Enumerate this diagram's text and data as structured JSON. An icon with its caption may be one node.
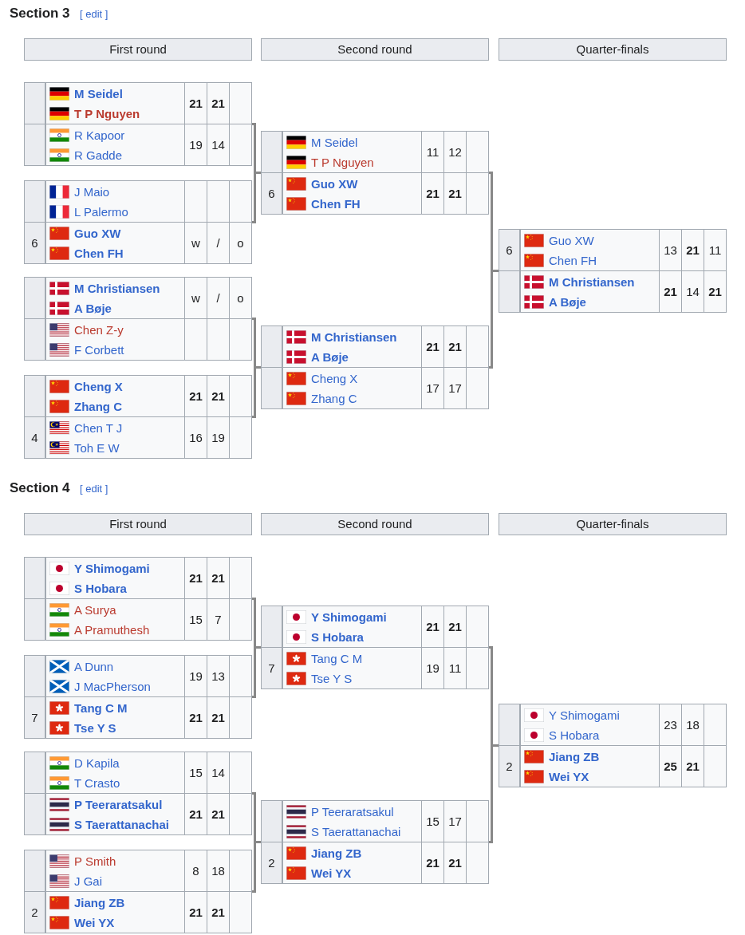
{
  "diagram": {
    "nodes": [
      {
        "text": [
          "First round"
        ]
      },
      {
        "text": [
          "Second round"
        ]
      },
      {
        "text": [
          "Quarter-finals"
        ]
      },
      {
        "text": [],
        "shape": "box"
      },
      {
        "text": [
          "M Seidel",
          "T P Nguyen",
          "21",
          "21"
        ],
        "in": 3
      },
      {
        "text": [
          "R Kapoor",
          "R Gadde",
          "19",
          "14"
        ],
        "in": 3
      },
      {
        "text": [],
        "shape": "box"
      },
      {
        "text": [
          "J Maio",
          "L Palermo"
        ],
        "in": 6
      },
      {
        "text": [
          "6",
          "Guo XW",
          "Chen FH",
          "w",
          "/",
          "o"
        ],
        "in": 6
      },
      {
        "text": [],
        "shape": "box"
      },
      {
        "text": [
          "M Christiansen",
          "A Bøje",
          "w",
          "/",
          "o"
        ],
        "in": 9
      },
      {
        "text": [
          "Chen Z-y",
          "F Corbett"
        ],
        "in": 9
      },
      {
        "text": [],
        "shape": "box"
      },
      {
        "text": [
          "Cheng X",
          "Zhang C",
          "21",
          "21"
        ],
        "in": 12
      },
      {
        "text": [
          "4",
          "Chen T J",
          "Toh E W",
          "16",
          "19"
        ],
        "in": 12
      },
      {
        "text": [],
        "shape": "box"
      },
      {
        "text": [
          "M Seidel",
          "T P Nguyen",
          "11",
          "12"
        ],
        "in": 15
      },
      {
        "text": [
          "6",
          "Guo XW",
          "Chen FH",
          "21",
          "21"
        ],
        "in": 15
      },
      {
        "text": [],
        "shape": "box"
      },
      {
        "text": [
          "M Christiansen",
          "A Bøje",
          "21",
          "21"
        ],
        "in": 18
      },
      {
        "text": [
          "Cheng X",
          "Zhang C",
          "17",
          "17"
        ],
        "in": 18
      },
      {
        "text": [],
        "shape": "box"
      },
      {
        "text": [
          "6",
          "Guo XW",
          "Chen FH",
          "13",
          "21",
          "11"
        ],
        "in": 21
      },
      {
        "text": [
          "M Christiansen",
          "A Bøje",
          "21",
          "14",
          "21"
        ],
        "in": 21
      },
      {
        "text": [
          "First round"
        ]
      },
      {
        "text": [
          "Second round"
        ]
      },
      {
        "text": [
          "Quarter-finals"
        ]
      },
      {
        "text": [],
        "shape": "box"
      },
      {
        "text": [
          "Y Shimogami",
          "S Hobara",
          "21",
          "21"
        ],
        "in": 27
      },
      {
        "text": [
          "A Surya",
          "A Pramuthesh",
          "15",
          "7"
        ],
        "in": 27
      },
      {
        "text": [],
        "shape": "box"
      },
      {
        "text": [
          "A Dunn",
          "J MacPherson",
          "19",
          "13"
        ],
        "in": 30
      },
      {
        "text": [
          "7",
          "Tang C M",
          "Tse Y S",
          "21",
          "21"
        ],
        "in": 30
      },
      {
        "text": [],
        "shape": "box"
      },
      {
        "text": [
          "D Kapila",
          "T Crasto",
          "15",
          "14"
        ],
        "in": 33
      },
      {
        "text": [
          "P Teeraratsakul",
          "S Taerattanachai",
          "21",
          "21"
        ],
        "in": 33
      },
      {
        "text": [],
        "shape": "box"
      },
      {
        "text": [
          "P Smith",
          "J Gai",
          "8",
          "18"
        ],
        "in": 36
      },
      {
        "text": [
          "2",
          "Jiang ZB",
          "Wei YX",
          "21",
          "21"
        ],
        "in": 36
      },
      {
        "text": [],
        "shape": "box"
      },
      {
        "text": [
          "Y Shimogami",
          "S Hobara",
          "21",
          "21"
        ],
        "in": 39
      },
      {
        "text": [
          "7",
          "Tang C M",
          "Tse Y S",
          "19",
          "11"
        ],
        "in": 39
      },
      {
        "text": [],
        "shape": "box"
      },
      {
        "text": [
          "P Teeraratsakul",
          "S Taerattanachai",
          "15",
          "17"
        ],
        "in": 42
      },
      {
        "text": [
          "2",
          "Jiang ZB",
          "Wei YX",
          "21",
          "21"
        ],
        "in": 42
      },
      {
        "text": [],
        "shape": "box"
      },
      {
        "text": [
          "Y Shimogami",
          "S Hobara",
          "23",
          "18"
        ],
        "in": 45
      },
      {
        "text": [
          "2",
          "Jiang ZB",
          "Wei YX",
          "25",
          "21"
        ],
        "in": 45
      }
    ],
    "edges": [
      {
        "from": 3,
        "to": 15,
        "arrow": "none"
      },
      {
        "from": 6,
        "to": 15,
        "arrow": "none"
      },
      {
        "from": 9,
        "to": 18,
        "arrow": "none"
      },
      {
        "from": 12,
        "to": 18,
        "arrow": "none"
      },
      {
        "from": 15,
        "to": 21,
        "arrow": "none"
      },
      {
        "from": 18,
        "to": 21,
        "arrow": "none"
      },
      {
        "from": 27,
        "to": 39,
        "arrow": "none"
      },
      {
        "from": 30,
        "to": 39,
        "arrow": "none"
      },
      {
        "from": 33,
        "to": 42,
        "arrow": "none"
      },
      {
        "from": 36,
        "to": 42,
        "arrow": "none"
      },
      {
        "from": 39,
        "to": 45,
        "arrow": "none"
      },
      {
        "from": 42,
        "to": 45,
        "arrow": "none"
      }
    ],
    "labels": [
      "Section 3",
      "[ edit ]",
      "Section 4",
      "[ edit ]"
    ]
  }
}
